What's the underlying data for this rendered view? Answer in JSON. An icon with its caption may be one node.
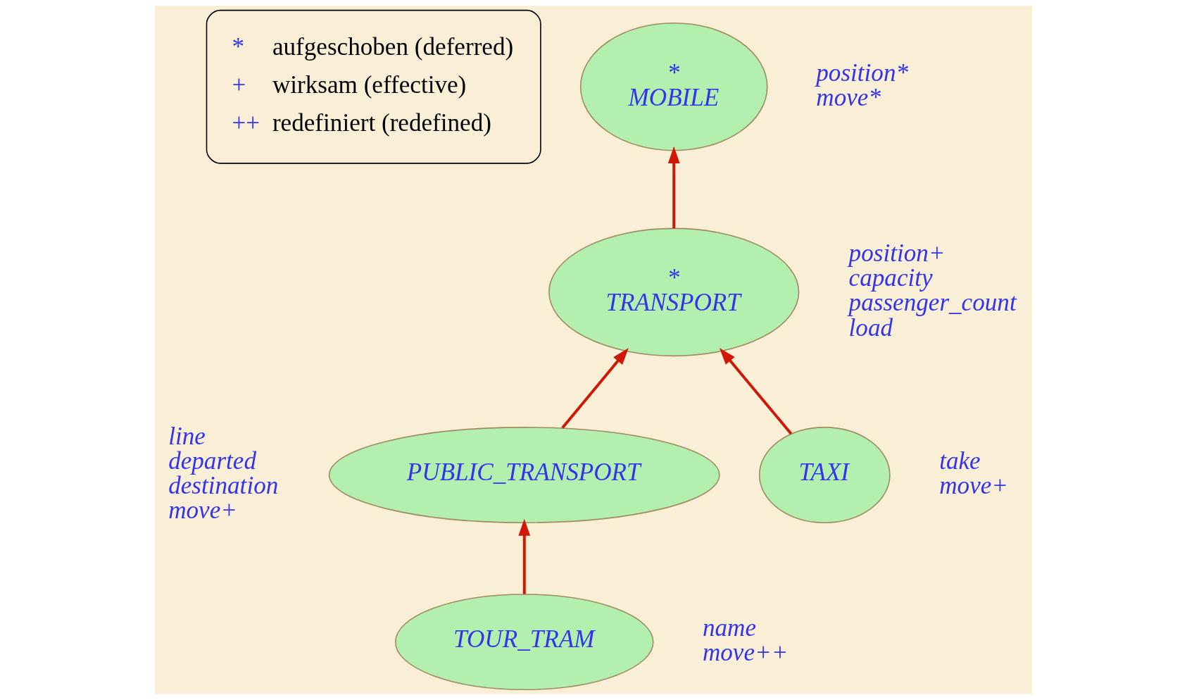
{
  "diagram": {
    "nodes": [
      {
        "text": [
          "*",
          "aufgeschoben (deferred)",
          "+",
          "wirksam (effective)",
          "++",
          "redefiniert (redefined)"
        ]
      },
      {
        "text": [
          "*",
          "MOBILE"
        ],
        "beside": [
          "position*",
          "move*"
        ]
      },
      {
        "text": [
          "*",
          "TRANSPORT"
        ],
        "beside": [
          "position+",
          "capacity",
          "passenger_count",
          "load"
        ]
      },
      {
        "text": [
          "PUBLIC_TRANSPORT"
        ],
        "beside": [
          "line",
          "departed",
          "destination",
          "move+"
        ]
      },
      {
        "text": [
          "TAXI"
        ],
        "beside": [
          "take",
          "move+"
        ]
      },
      {
        "text": [
          "TOUR_TRAM"
        ],
        "beside": [
          "name",
          "move++"
        ]
      }
    ],
    "edges": [
      {
        "from": 2,
        "to": 1,
        "arrow": "to"
      },
      {
        "from": 3,
        "to": 2,
        "arrow": "to"
      },
      {
        "from": 4,
        "to": 2,
        "arrow": "to"
      },
      {
        "from": 5,
        "to": 3,
        "arrow": "to"
      }
    ]
  }
}
